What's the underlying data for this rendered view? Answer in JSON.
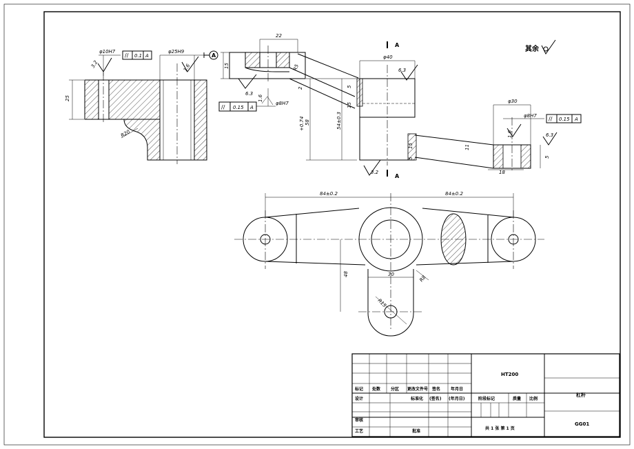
{
  "drawing": {
    "surface_note": "其余",
    "dims": {
      "bore_10": "φ10H7",
      "tol_01": "0.1",
      "datum_a": "A",
      "bore_25": "φ25H9",
      "h25": "25",
      "r20": "R20",
      "ra32": "3.2",
      "ra16": "1.6",
      "ra63": "6.3",
      "w22": "22",
      "h15": "15",
      "r5": "R5",
      "d2": "2",
      "bore_8": "φ8H7",
      "tol_015": "0.15",
      "d40": "φ40",
      "h5": "5",
      "h58": "58",
      "h58tol": "+0.74",
      "h54": "54±0.3",
      "d30": "φ30",
      "h11": "11",
      "h18": "18",
      "l84a": "84±0.2",
      "l84b": "84±0.2",
      "w30": "30",
      "h48": "48",
      "r8": "R8",
      "r15": "R15",
      "sect_a": "A"
    }
  },
  "title_block": {
    "material": "HT200",
    "part_name": "杠杆",
    "drawing_no": "GG01",
    "headers": [
      "标记",
      "处数",
      "分区",
      "更改文件号",
      "签名",
      "年月日"
    ],
    "design": "设计",
    "standardize": "标准化",
    "sign": "(签名)",
    "date": "(年月日)",
    "stage": "阶段标记",
    "weight": "质量",
    "scale": "比例",
    "check": "审核",
    "process": "工艺",
    "approve": "批准",
    "sheets": "共 1 张  第 1 页"
  }
}
